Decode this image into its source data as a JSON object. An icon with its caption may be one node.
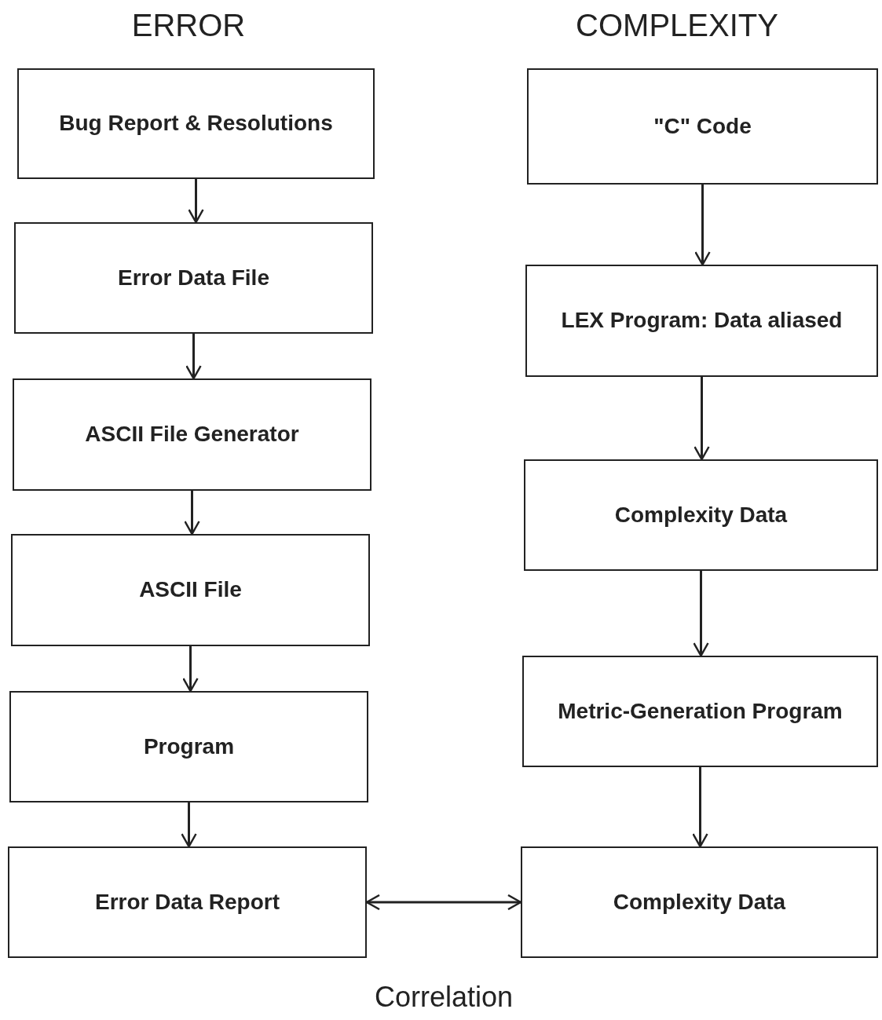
{
  "diagram": {
    "nodes": [
      {
        "text": [
          "Bug Report & Resolutions"
        ]
      },
      {
        "text": [
          "Error Data File"
        ]
      },
      {
        "text": [
          "ASCII File Generator"
        ]
      },
      {
        "text": [
          "ASCII File"
        ]
      },
      {
        "text": [
          "Program"
        ]
      },
      {
        "text": [
          "Error Data Report"
        ]
      },
      {
        "text": [
          "\"C\" Code"
        ]
      },
      {
        "text": [
          "LEX Program: Data aliased"
        ]
      },
      {
        "text": [
          "Complexity Data"
        ]
      },
      {
        "text": [
          "Metric-Generation Program"
        ]
      },
      {
        "text": [
          "Complexity Data"
        ]
      }
    ],
    "edges": [
      {
        "from": 0,
        "to": 1,
        "arrow": "to"
      },
      {
        "from": 1,
        "to": 2,
        "arrow": "to"
      },
      {
        "from": 2,
        "to": 3,
        "arrow": "to"
      },
      {
        "from": 3,
        "to": 4,
        "arrow": "to"
      },
      {
        "from": 4,
        "to": 5,
        "arrow": "to"
      },
      {
        "from": 6,
        "to": 7,
        "arrow": "to"
      },
      {
        "from": 7,
        "to": 8,
        "arrow": "to"
      },
      {
        "from": 8,
        "to": 9,
        "arrow": "to"
      },
      {
        "from": 9,
        "to": 10,
        "arrow": "to"
      },
      {
        "from": 5,
        "to": 10,
        "arrow": "both",
        "label": "Correlation"
      }
    ],
    "labels": [
      "ERROR",
      "COMPLEXITY"
    ]
  }
}
